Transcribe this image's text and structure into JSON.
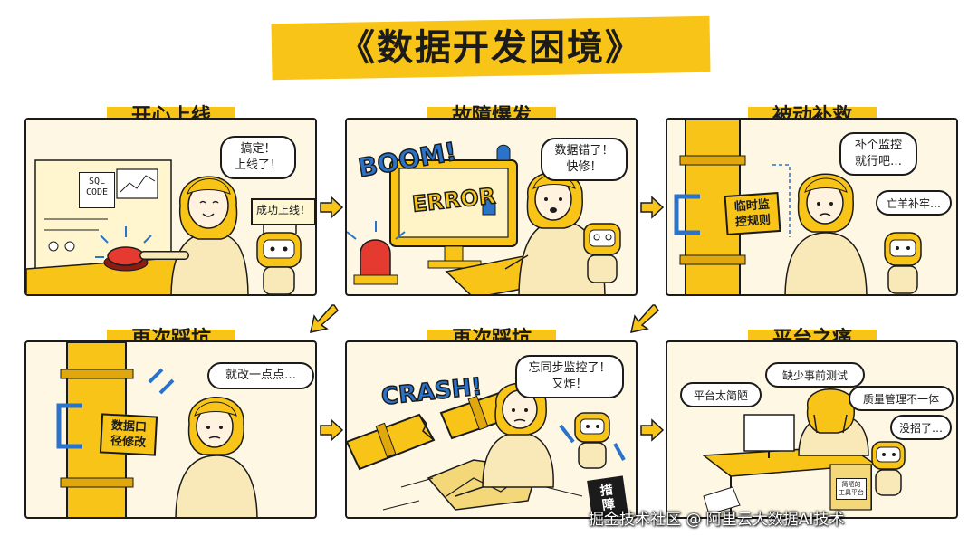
{
  "title": "《数据开发困境》",
  "panels": [
    {
      "title": "开心上线",
      "bubble": "搞定！\n上线了！",
      "sign": "成功上线！",
      "code": "SQL\nCODE"
    },
    {
      "title": "故障爆发",
      "bubble": "数据错了！\n快修！",
      "sfx": "BOOM!",
      "screen": "ERROR"
    },
    {
      "title": "被动补救",
      "bubble": "补个监控\n就行吧…",
      "bubble2": "亡羊补牢…",
      "patch": "临时监\n控规则"
    },
    {
      "title": "再次踩坑",
      "bubble": "就改一点点…",
      "patch": "数据口\n径修改"
    },
    {
      "title": "再次踩坑",
      "bubble": "忘同步监控了！\n又炸！",
      "sfx": "CRASH!",
      "stamp": "措\n障"
    },
    {
      "title": "平台之痛",
      "bubble": "没招了…",
      "issues": [
        "平台太简陋",
        "缺少事前测试",
        "质量管理不一体"
      ],
      "desk_sign": "简陋的\n工具平台"
    }
  ],
  "watermark": "掘金技术社区 @ 阿里云大数据AI技术",
  "colors": {
    "accent": "#f7c417",
    "ink": "#1b1b1b",
    "panel_bg": "#fdf7e3",
    "sfx_blue": "#2a73c9",
    "alarm_red": "#e43a2f"
  }
}
